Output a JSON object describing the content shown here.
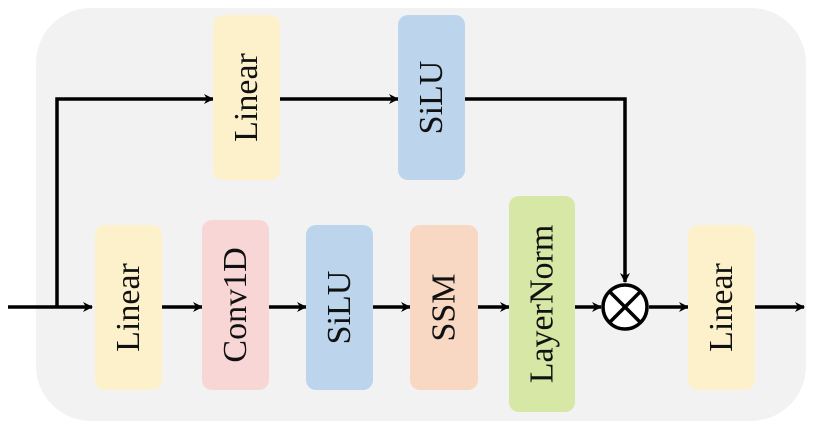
{
  "colors": {
    "panel": "#f2f2f2",
    "linear": "#fdf1cc",
    "silu": "#bcd4ec",
    "conv": "#f9d6d6",
    "ssm": "#f9d8c3",
    "layernorm": "#d6e7a6",
    "line": "#000000"
  },
  "blocks": {
    "top_linear": "Linear",
    "top_silu": "SiLU",
    "linear_in": "Linear",
    "conv1d": "Conv1D",
    "silu": "SiLU",
    "ssm": "SSM",
    "layernorm": "LayerNorm",
    "linear_out": "Linear"
  },
  "multiply_symbol": "⊗"
}
